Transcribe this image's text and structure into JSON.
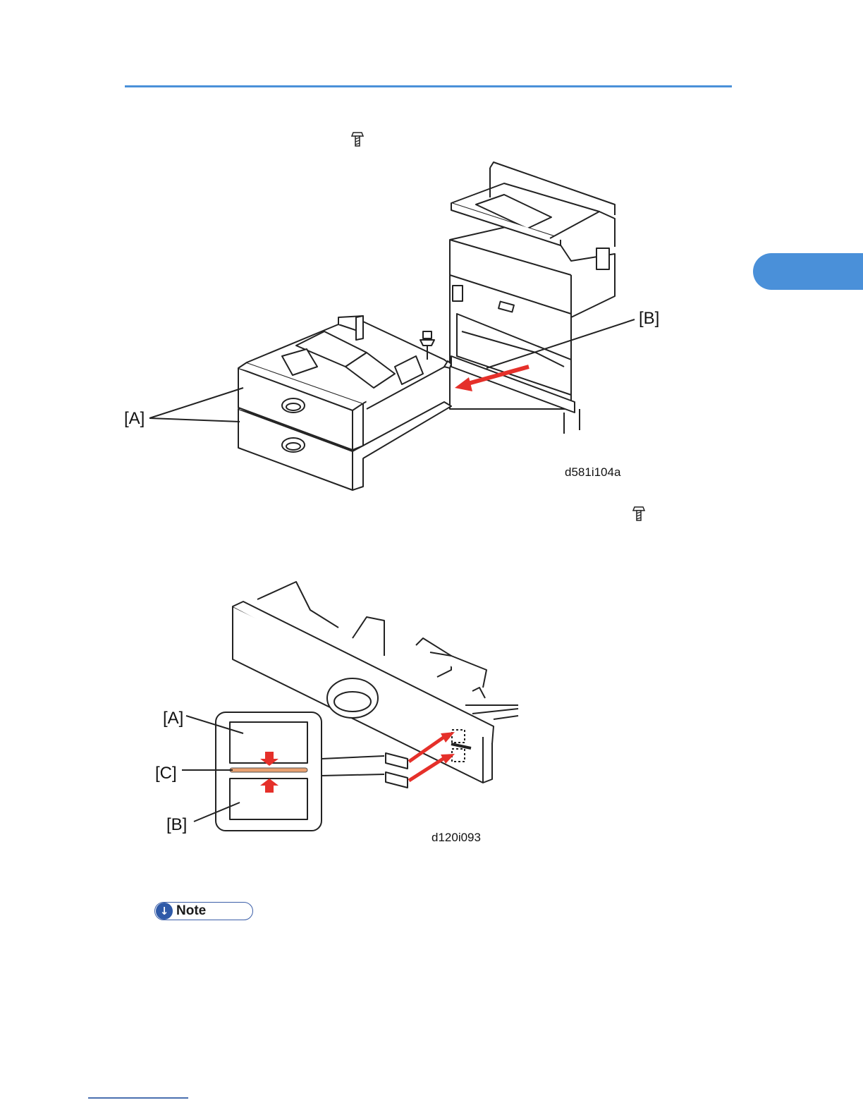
{
  "figure1": {
    "label_a": "[A]",
    "label_b": "[B]",
    "code": "d581i104a",
    "screw_icon": "screw-icon"
  },
  "figure2": {
    "label_a": "[A]",
    "label_b": "[B]",
    "label_c": "[C]",
    "code": "d120i093",
    "screw_icon": "screw-icon"
  },
  "note": {
    "label": "Note",
    "icon": "down-arrow-icon"
  },
  "colors": {
    "accent": "#4a90d9",
    "arrow_red": "#e5302a",
    "tape": "#e8a070"
  }
}
